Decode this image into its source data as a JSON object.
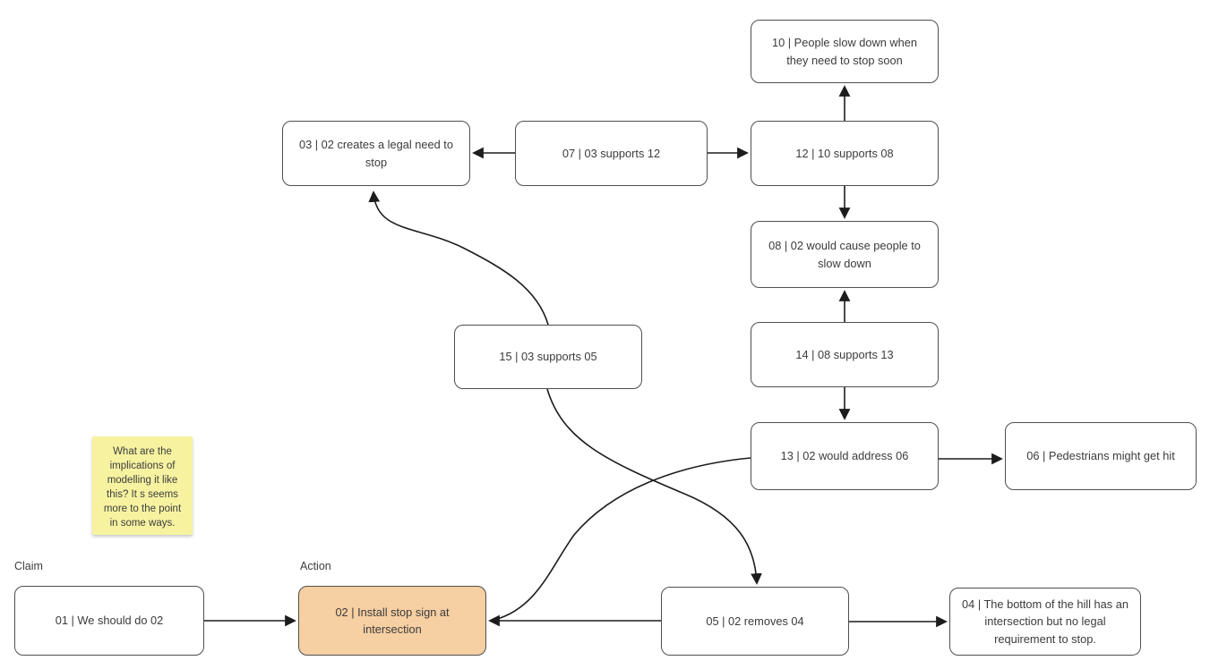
{
  "diagram": {
    "category_labels": {
      "claim": "Claim",
      "action": "Action"
    },
    "nodes": {
      "n01": {
        "label": "01 | We should do 02"
      },
      "n02": {
        "label": [
          "02 | Install stop sign at",
          "intersection"
        ]
      },
      "n03": {
        "label": [
          "03 | 02 creates a legal need to",
          "stop"
        ]
      },
      "n04": {
        "label": [
          "04 | The bottom of the hill has an",
          "intersection but no legal",
          "requirement to stop."
        ]
      },
      "n05": {
        "label": "05 | 02 removes 04"
      },
      "n06": {
        "label": "06 | Pedestrians might get hit"
      },
      "n07": {
        "label": "07 | 03 supports 12"
      },
      "n08": {
        "label": [
          "08 | 02 would cause people to",
          "slow down"
        ]
      },
      "n10": {
        "label": [
          "10 | People slow down when",
          "they need to stop soon"
        ]
      },
      "n12": {
        "label": "12 | 10 supports 08"
      },
      "n13": {
        "label": "13 | 02 would address 06"
      },
      "n14": {
        "label": "14 | 08 supports 13"
      },
      "n15": {
        "label": "15 | 03 supports 05"
      }
    },
    "sticky_note": {
      "text": [
        "What are the",
        "implications of",
        "modelling it like",
        "this? It s seems",
        "more to the point",
        "in some ways."
      ]
    },
    "edges": [
      {
        "from": "07",
        "to": "03"
      },
      {
        "from": "07",
        "to": "12"
      },
      {
        "from": "12",
        "to": "10"
      },
      {
        "from": "12",
        "to": "08"
      },
      {
        "from": "14",
        "to": "08"
      },
      {
        "from": "14",
        "to": "13"
      },
      {
        "from": "13",
        "to": "06"
      },
      {
        "from": "13",
        "to": "02"
      },
      {
        "from": "15",
        "to": "03"
      },
      {
        "from": "15",
        "to": "05"
      },
      {
        "from": "01",
        "to": "02"
      },
      {
        "from": "05",
        "to": "02"
      },
      {
        "from": "05",
        "to": "04"
      }
    ],
    "colors": {
      "action_fill": "#f6cfa2",
      "sticky_fill": "#f6f2a0",
      "node_border": "#4f4f4f",
      "arrow": "#1c1c1c",
      "text_color": "#3b3b3b"
    }
  }
}
